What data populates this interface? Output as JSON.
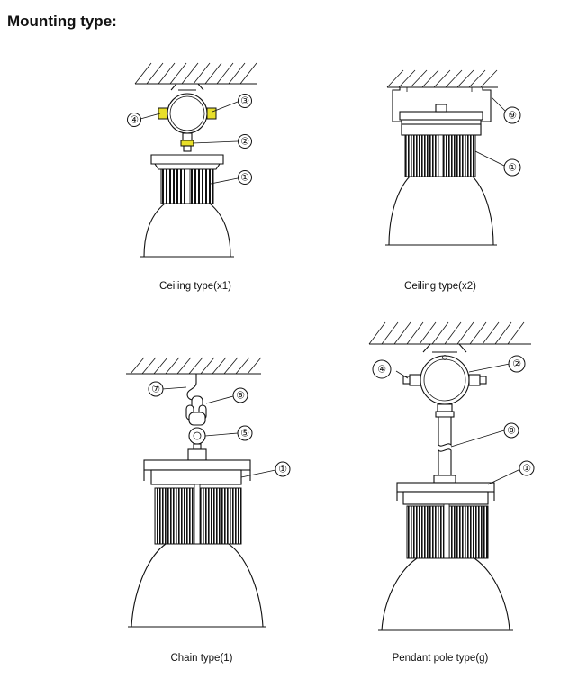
{
  "title": "Mounting type:",
  "figures": [
    {
      "caption": "Ceiling type(x1)",
      "markers": [
        "①",
        "②",
        "③",
        "④"
      ]
    },
    {
      "caption": "Ceiling type(x2)",
      "markers": [
        "①",
        "⑨"
      ]
    },
    {
      "caption": "Chain type(1)",
      "markers": [
        "①",
        "⑤",
        "⑥",
        "⑦"
      ]
    },
    {
      "caption": "Pendant pole type(g)",
      "markers": [
        "①",
        "②",
        "④",
        "⑧"
      ]
    }
  ],
  "colors": {
    "ink": "#111111",
    "clamp_yellow": "#e8df2a"
  }
}
